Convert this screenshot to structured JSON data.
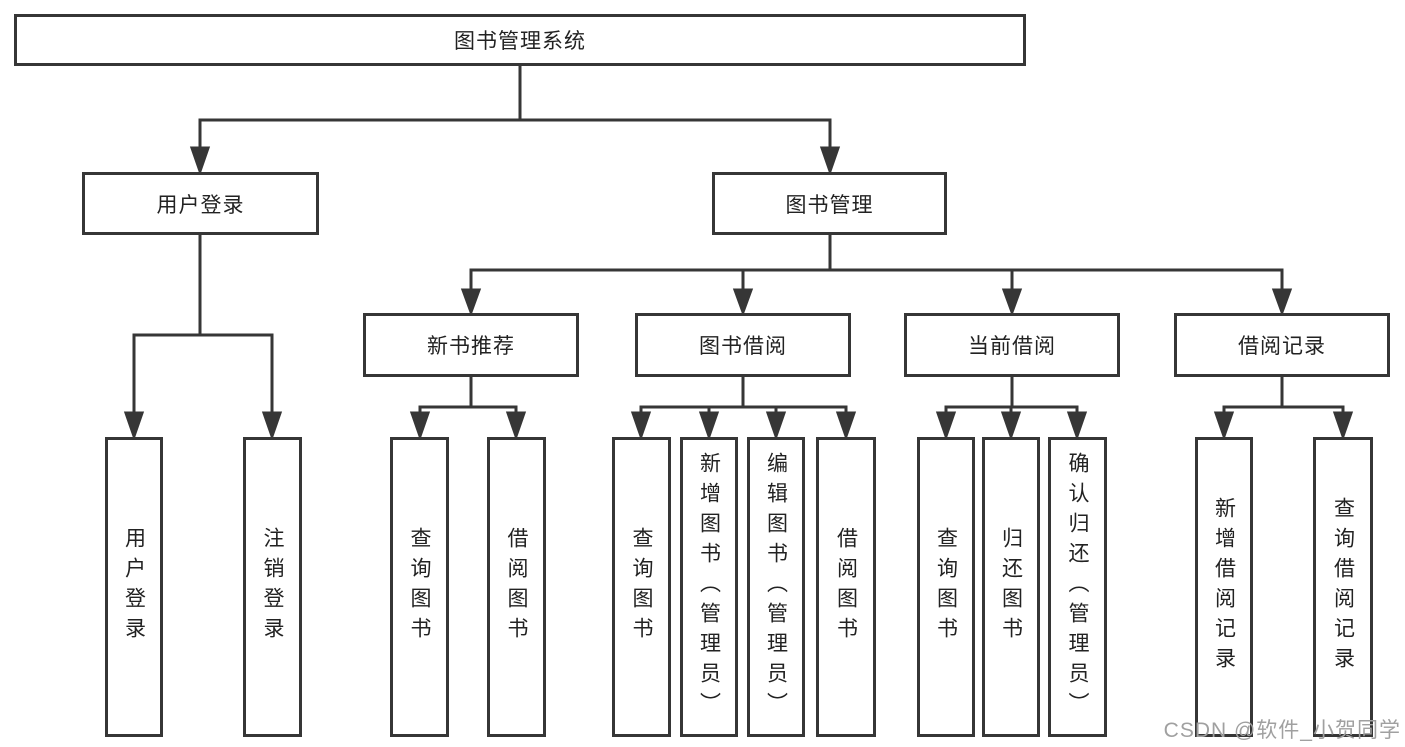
{
  "diagram": {
    "type": "tree",
    "tree": {
      "label": "图书管理系统",
      "children": [
        {
          "label": "用户登录",
          "children": [
            {
              "label": "用户登录"
            },
            {
              "label": "注销登录"
            }
          ]
        },
        {
          "label": "图书管理",
          "children": [
            {
              "label": "新书推荐",
              "children": [
                {
                  "label": "查询图书"
                },
                {
                  "label": "借阅图书"
                }
              ]
            },
            {
              "label": "图书借阅",
              "children": [
                {
                  "label": "查询图书"
                },
                {
                  "label": "新增图书（管理员）"
                },
                {
                  "label": "编辑图书（管理员）"
                },
                {
                  "label": "借阅图书"
                }
              ]
            },
            {
              "label": "当前借阅",
              "children": [
                {
                  "label": "查询图书"
                },
                {
                  "label": "归还图书"
                },
                {
                  "label": "确认归还（管理员）"
                }
              ]
            },
            {
              "label": "借阅记录",
              "children": [
                {
                  "label": "新增借阅记录"
                },
                {
                  "label": "查询借阅记录"
                }
              ]
            }
          ]
        }
      ]
    },
    "colors": {
      "line": "#363636",
      "box_border": "#363636",
      "text": "#222222",
      "background": "#ffffff",
      "watermark": "#a0a0a0"
    }
  },
  "watermark": {
    "text": "CSDN @软件_小贺同学"
  }
}
